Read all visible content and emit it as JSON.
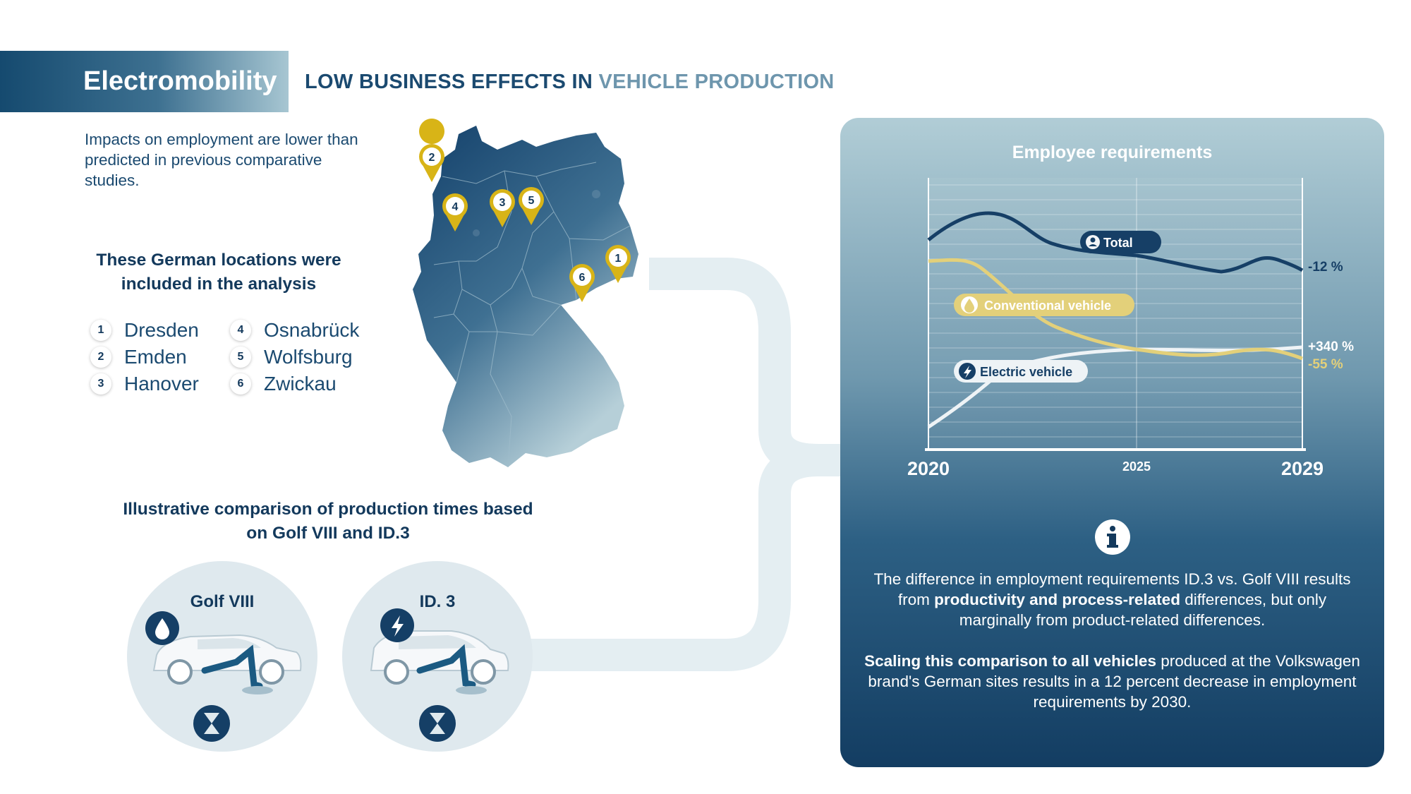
{
  "header": {
    "section": "Electromobility",
    "subtitle_a": "LOW BUSINESS EFFECTS IN ",
    "subtitle_b": "VEHICLE PRODUCTION"
  },
  "intro": "Impacts on employment are lower than predicted in previous comparative studies.",
  "locations": {
    "heading": "These German locations were included in the analysis",
    "items": [
      {
        "num": "1",
        "name": "Dresden"
      },
      {
        "num": "2",
        "name": "Emden"
      },
      {
        "num": "3",
        "name": "Hanover"
      },
      {
        "num": "4",
        "name": "Osnabrück"
      },
      {
        "num": "5",
        "name": "Wolfsburg"
      },
      {
        "num": "6",
        "name": "Zwickau"
      }
    ]
  },
  "comparison": {
    "heading": "Illustrative comparison of production times based on Golf VIII and ID.3",
    "left_label": "Golf VIII",
    "right_label": "ID. 3"
  },
  "chart_data": {
    "type": "line",
    "title": "Employee requirements",
    "x_ticks": [
      "2020",
      "2025",
      "2029"
    ],
    "series": [
      {
        "name": "Total",
        "end_label": "-12 %",
        "color": "#163f66"
      },
      {
        "name": "Conventional vehicle",
        "end_label": "-55 %",
        "color": "#e3d07a"
      },
      {
        "name": "Electric vehicle",
        "end_label": "+340 %",
        "color": "#f3f6f8"
      }
    ],
    "grid": true
  },
  "info": {
    "p1_a": "The difference in employment requirements ID.3 vs. Golf VIII results from ",
    "p1_bold": "productivity and process-related",
    "p1_b": " differences, but only marginally from product-related differences.",
    "p2_bold": "Scaling this comparison to all vehicles",
    "p2_b": " produced at the Volkswagen brand's German sites results in a 12 percent decrease in employment requirements by 2030."
  },
  "colors": {
    "navy": "#13395c",
    "gold": "#d8b417",
    "flow": "#e4eef2"
  }
}
